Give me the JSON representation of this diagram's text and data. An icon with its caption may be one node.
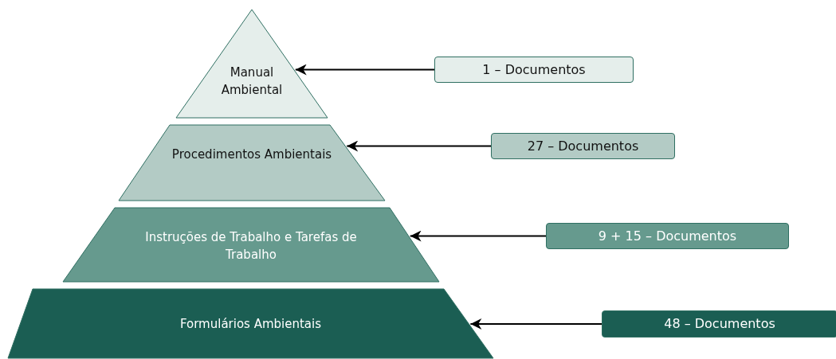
{
  "diagram": {
    "nodes": [
      {
        "text": [
          "Manual Ambiental"
        ]
      },
      {
        "text": [
          "Procedimentos Ambientais"
        ]
      },
      {
        "text": [
          "Instruções de Trabalho e Tarefas de Trabalho"
        ]
      },
      {
        "text": [
          "Formulários Ambientais"
        ]
      },
      {
        "text": [
          "1 – Documentos"
        ]
      },
      {
        "text": [
          "27 – Documentos"
        ]
      },
      {
        "text": [
          "9 + 15 – Documentos"
        ]
      },
      {
        "text": [
          "48 – Documentos"
        ]
      }
    ],
    "edges": [
      {
        "from": 4,
        "to": 0,
        "arrow": "to"
      },
      {
        "from": 5,
        "to": 1,
        "arrow": "to"
      },
      {
        "from": 6,
        "to": 2,
        "arrow": "to"
      },
      {
        "from": 7,
        "to": 3,
        "arrow": "to"
      }
    ]
  }
}
